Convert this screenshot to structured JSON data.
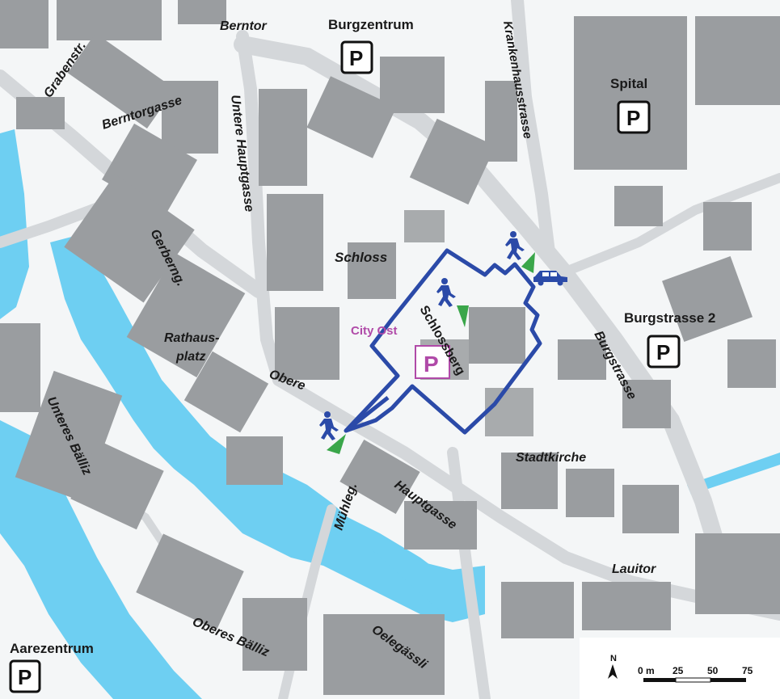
{
  "streets": {
    "grabenstr": "Grabenstr.",
    "berntor": "Berntor",
    "berntorgasse": "Berntorgasse",
    "untere_hauptgasse": "Untere Hauptgasse",
    "gerberng": "Gerberng.",
    "rathaus1": "Rathaus-",
    "rathaus2": "platz",
    "obere": "Obere",
    "hauptgasse": "Hauptgasse",
    "muehleg": "Mühleg.",
    "unteres_baelliz": "Unteres Bälliz",
    "oberes_baelliz": "Oberes Bälliz",
    "oelegaessli": "Oelegässli",
    "lauitor": "Lauitor",
    "stadtkirche": "Stadtkirche",
    "schloss": "Schloss",
    "schlossberg": "Schlossberg",
    "burgstrasse": "Burgstrasse",
    "krankenhausstrasse": "Krankenhausstrasse"
  },
  "parkings": {
    "burgzentrum": {
      "name": "Burgzentrum",
      "symbol": "P"
    },
    "spital": {
      "name": "Spital",
      "symbol": "P"
    },
    "burgstrasse2": {
      "name": "Burgstrasse 2",
      "symbol": "P"
    },
    "aarezentrum": {
      "name": "Aarezentrum",
      "symbol": "P"
    },
    "city_ost": {
      "name": "City Ost",
      "symbol": "P"
    }
  },
  "scale": {
    "north": "N",
    "ticks": [
      "0 m",
      "25",
      "50",
      "75"
    ]
  },
  "colors": {
    "water": "#6ecff2",
    "route": "#2b4aa8",
    "highlight": "#b04aa8",
    "entrance": "#3aa64a",
    "pedestrian_icon": "#2b4aa8",
    "car_icon": "#2b4aa8"
  },
  "icons": [
    "pedestrian-icon",
    "car-icon",
    "entrance-arrow-icon",
    "north-arrow-icon"
  ]
}
